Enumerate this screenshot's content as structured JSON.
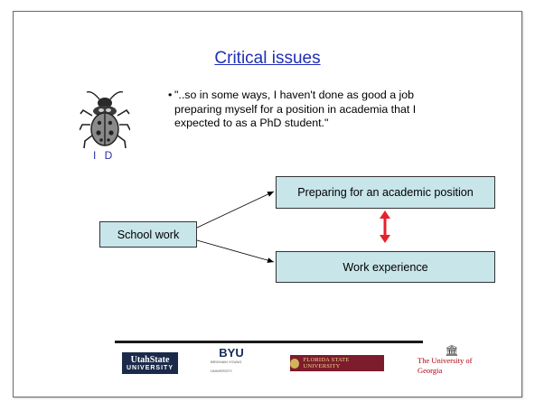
{
  "slide": {
    "title": "Critical issues",
    "quote": {
      "bullet": "•",
      "text": "\"..so in some ways, I haven't done as good a job preparing myself for a position in academia that I expected to as a PhD student.\""
    },
    "figure": {
      "label": "I D",
      "icon": "beetle-icon"
    },
    "diagram": {
      "source": "School work",
      "target_top": "Preparing for an academic position",
      "target_bottom": "Work experience",
      "link_color": "#e8202a"
    },
    "footer": {
      "logos": [
        {
          "name": "usu",
          "line1": "UtahState",
          "line2": "UNIVERSITY"
        },
        {
          "name": "byu",
          "line1": "BYU",
          "line2": "BRIGHAM YOUNG UNIVERSITY"
        },
        {
          "name": "fsu",
          "line1": "FLORIDA STATE UNIVERSITY"
        },
        {
          "name": "uga",
          "line1": "The University of Georgia"
        }
      ]
    },
    "colors": {
      "title": "#1f2fb5",
      "box_fill": "#c8e5ea",
      "rule": "#1a1a1a"
    }
  }
}
